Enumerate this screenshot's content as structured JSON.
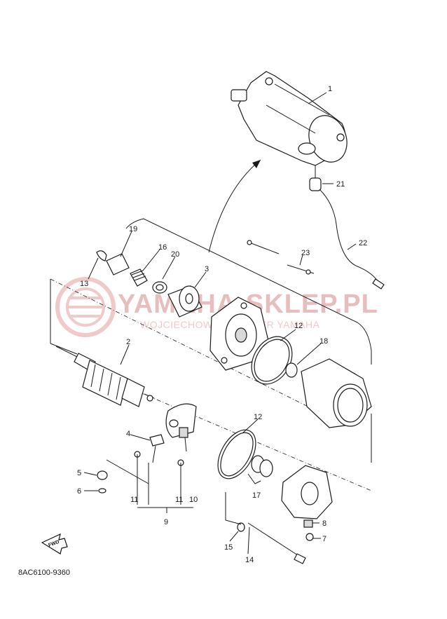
{
  "diagram_code": "8AC6100-9360",
  "fwd_label": "FWD",
  "watermark": {
    "title": "YAMAHA-SKLEP.PL",
    "subtitle": "WOJCIECHOWSKI DEALER YAMAHA"
  },
  "callouts": [
    "1",
    "2",
    "3",
    "4",
    "5",
    "6",
    "7",
    "8",
    "9",
    "10",
    "11",
    "11",
    "11",
    "12",
    "12",
    "13",
    "14",
    "15",
    "16",
    "17",
    "18",
    "19",
    "20",
    "21",
    "22",
    "23"
  ]
}
